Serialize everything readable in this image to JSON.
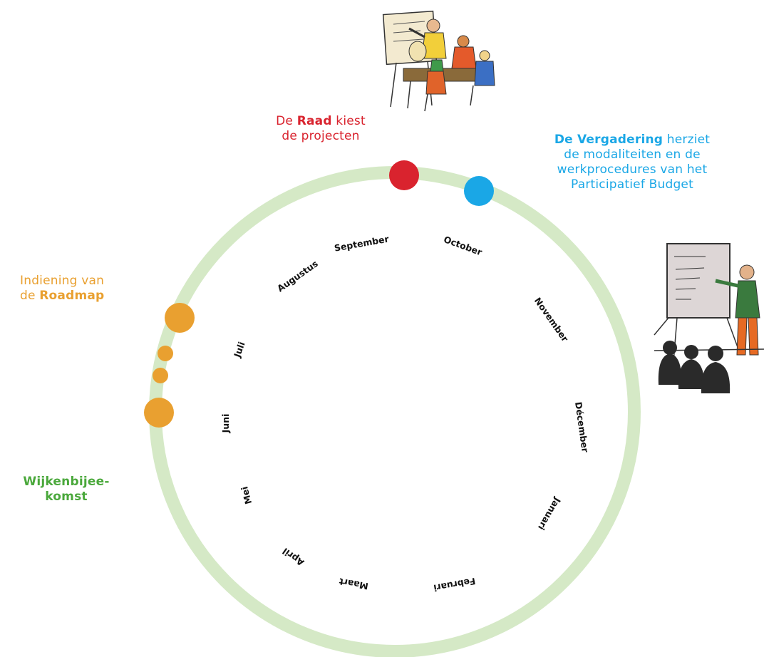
{
  "colors": {
    "ring": "#d5e9c6",
    "raad": "#d9232e",
    "vergadering": "#1aa7e6",
    "roadmap": "#e9a030",
    "wijk": "#4aa83b",
    "month_text": "#111111"
  },
  "labels": {
    "raad": {
      "pre": "De ",
      "bold": "Raad",
      "post": " kiest",
      "line2": "de projecten"
    },
    "vergadering": {
      "bold": "De Vergadering",
      "post": " herziet",
      "line2": "de modaliteiten en de",
      "line3": "werkprocedures van het",
      "line4": "Participatief Budget"
    },
    "roadmap": {
      "line1": "Indiening van",
      "pre2": "de ",
      "bold2": "Roadmap"
    },
    "wijk": {
      "line1": "Wijkenbijee-",
      "line2": "komst"
    }
  },
  "months": [
    "September",
    "October",
    "November",
    "Décember",
    "Januari",
    "Februari",
    "Maart",
    "April",
    "Mei",
    "Juni",
    "Juli",
    "Augustus"
  ],
  "illustrations": {
    "meeting": "team-meeting-illustration",
    "presentation": "presenter-illustration"
  }
}
